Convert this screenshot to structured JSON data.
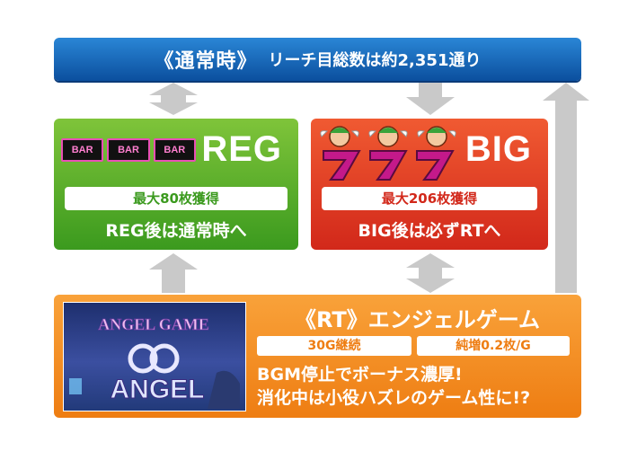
{
  "top": {
    "title": "《通常時》",
    "count_text": "リーチ目総数は約2,351通り"
  },
  "reg": {
    "title": "REG",
    "symbol_label": "BAR",
    "max_text": "最大80枚獲得",
    "after_text": "REG後は通常時へ",
    "color": "#3b9a1e"
  },
  "big": {
    "title": "BIG",
    "max_text": "最大206枚獲得",
    "after_text": "BIG後は必ずRTへ",
    "color": "#d2281a"
  },
  "rt": {
    "title": "《RT》エンジェルゲーム",
    "games_text": "30G継続",
    "net_increase_text": "純増0.2枚/G",
    "desc_line1": "BGM停止でボーナス濃厚!",
    "desc_line2": "消化中は小役ハズレのゲーム性に!?",
    "image_logo_top": "ANGEL GAME",
    "image_logo_bottom": "ANGEL",
    "color": "#ee7d12"
  },
  "colors": {
    "top_bar": "#0b4f9e",
    "arrow": "#c9c9c9"
  }
}
